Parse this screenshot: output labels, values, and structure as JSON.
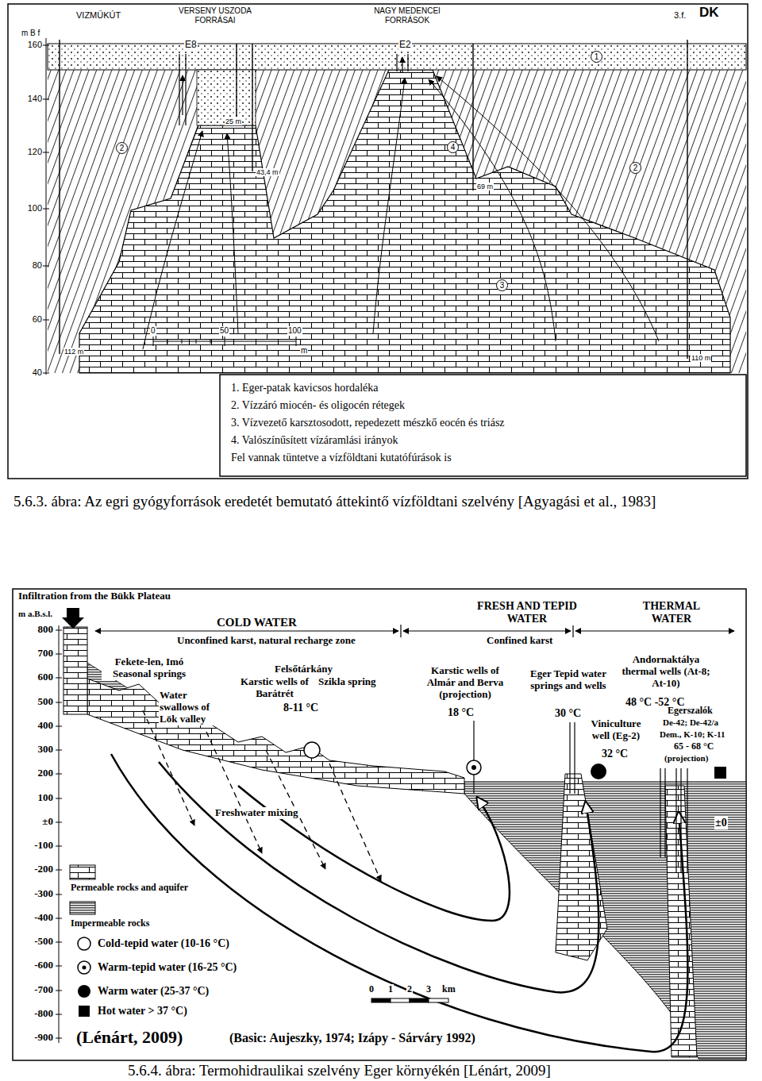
{
  "diagram": {
    "caption": "5.6.3. ábra: Az egri gyógyforrások eredetét bemutató áttekintő vízföldtani szelvény [Agyagási et al., 1983]",
    "labels": [
      "VIZMŰKÚT",
      "VERSENY USZODA FORRÁSAI",
      "NAGY MEDENCEI FORRÁSOK",
      "3.f.",
      "DK",
      "m B f",
      "160",
      "140",
      "120",
      "100",
      "80",
      "60",
      "40",
      "E8",
      "E2",
      "1",
      "2",
      "4",
      "2",
      "3",
      "25 m",
      "43,4 m",
      "69 m",
      "112 m",
      "110 m",
      "0",
      "50",
      "100",
      "m",
      "Infiltration from the Bükk Plateau",
      "m a.B.s.l.",
      "800",
      "700",
      "600",
      "500",
      "400",
      "300",
      "200",
      "100",
      "±0",
      "-100",
      "-200",
      "-300",
      "-400",
      "-500",
      "-600",
      "-700",
      "-800",
      "-900",
      "COLD WATER",
      "Unconfined karst, natural recharge zone",
      "FRESH AND TEPID WATER",
      "Confined karst",
      "THERMAL WATER",
      "Fekete-len, Imó Seasonal springs",
      "Water swallows of Lök valley",
      "Felsőtárkány",
      "Karstic wells of Barátrét",
      "Szikla spring",
      "8-11 °C",
      "Karstic wells of Almár and Berva (projection)",
      "18 °C",
      "Eger Tepid water springs and wells",
      "30 °C",
      "Viniculture well (Eg-2)",
      "32 °C",
      "Andornaktálya thermal wells (At-8; At-10)",
      "48 °C -52 °C",
      "Egerszalók",
      "De-42; De-42/a",
      "Dem., K-10; K-11",
      "65 - 68 °C",
      "(projection)",
      "Freshwater mixing",
      "±0",
      "0",
      "1",
      "2",
      "3",
      "km",
      "(Lénárt, 2009)",
      "(Basic: Aujeszky, 1974; Izápy - Sárváry 1992)",
      "5.6.4. ábra: Termohidraulikai szelvény Eger környékén [Lénárt, 2009]"
    ],
    "legend": [
      {
        "text": "1. Eger-patak kavicsos hordaléka"
      },
      {
        "text": "2. Vízzáró miocén- és oligocén rétegek"
      },
      {
        "text": "3. Vízvezető karsztosodott, repedezett mészkő eocén és triász"
      },
      {
        "text": "4. Valószínűsített vízáramlási irányok"
      },
      {
        "text": "Fel vannak tüntetve a vízföldtani kutatófúrások is"
      },
      {
        "text": "Permeable rocks and aquifer"
      },
      {
        "text": "Impermeable rocks"
      },
      {
        "text": "Cold-tepid water (10-16 °C)"
      },
      {
        "text": "Warm-tepid water (16-25 °C)"
      },
      {
        "text": "Warm water (25-37 °C)"
      },
      {
        "text": "Hot water > 37 °C)"
      }
    ]
  }
}
